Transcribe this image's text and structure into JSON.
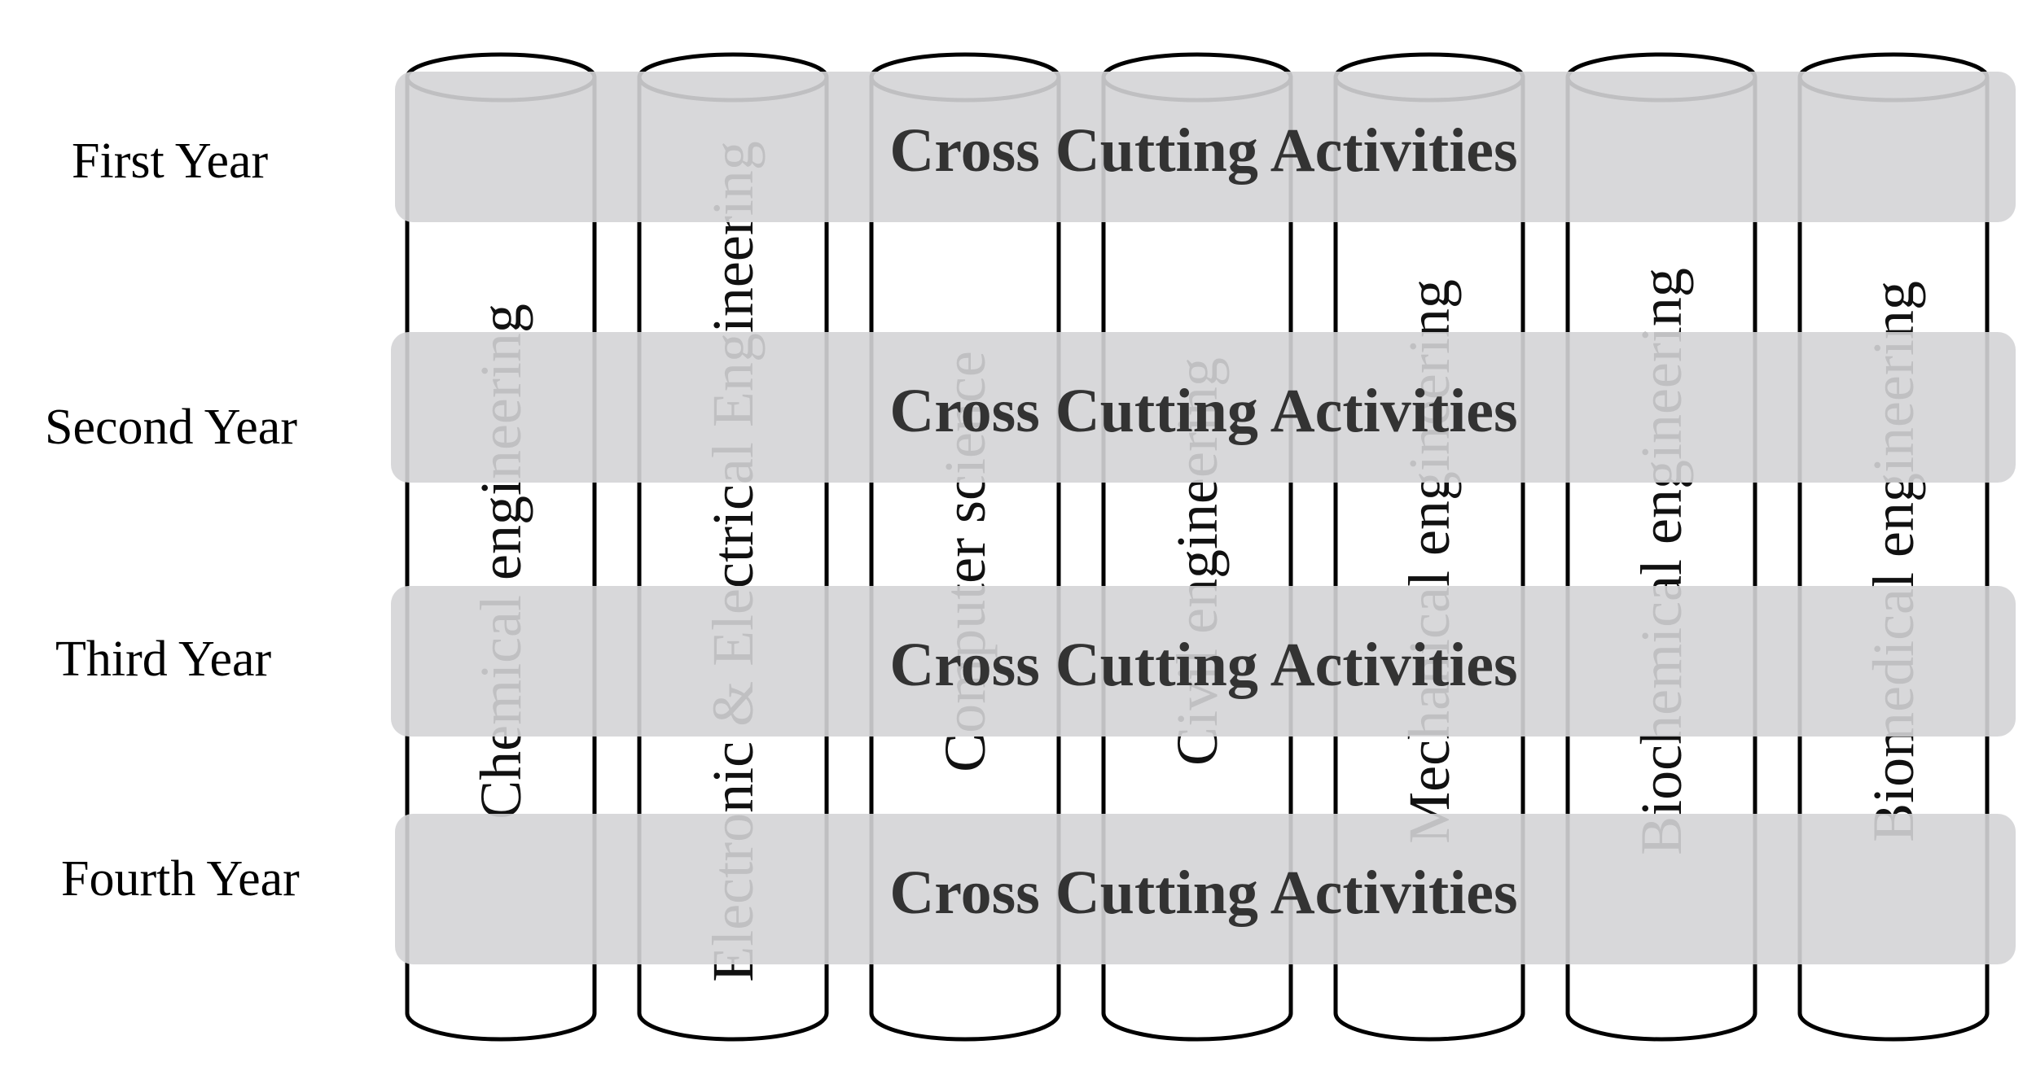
{
  "years": [
    {
      "label": "First Year"
    },
    {
      "label": "Second Year"
    },
    {
      "label": "Third Year"
    },
    {
      "label": "Fourth Year"
    }
  ],
  "band_label": "Cross Cutting Activities",
  "pillars": [
    {
      "label": "Chemical engineering"
    },
    {
      "label": "Electronic & Electrical Engineering"
    },
    {
      "label": "Computer science"
    },
    {
      "label": "Civil engineering"
    },
    {
      "label": "Mechanical engineering"
    },
    {
      "label": "Biochemical engineering"
    },
    {
      "label": "Biomedical engineering"
    }
  ],
  "colors": {
    "band": "#d4d4d6",
    "band_text": "#333333",
    "outline": "#000000",
    "background": "#ffffff"
  }
}
